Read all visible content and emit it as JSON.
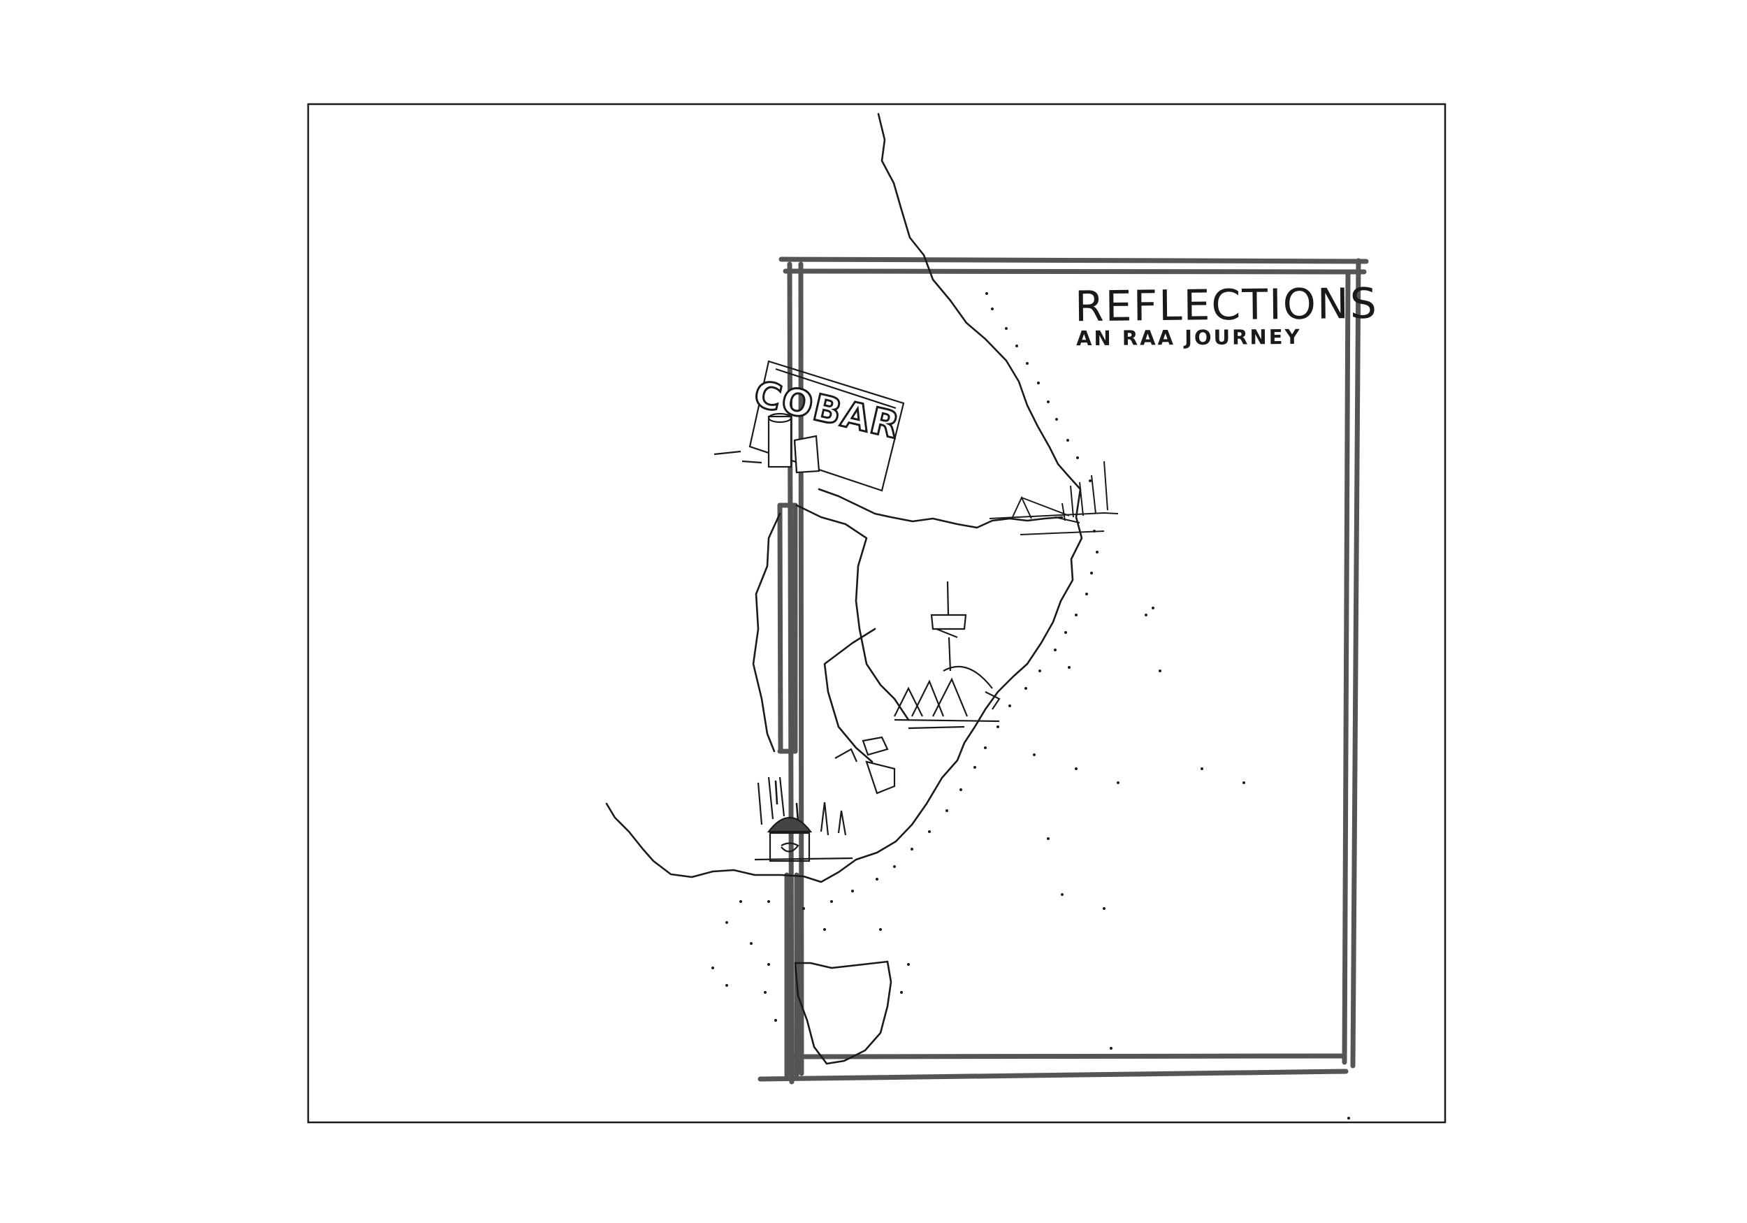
{
  "title": "REFLECTIONS",
  "subtitle": "AN RAA JOURNEY",
  "map": {
    "sign_text": "COBAR",
    "landmarks": [
      {
        "name": "cobar-sign"
      },
      {
        "name": "harbour-bridge"
      },
      {
        "name": "opera-house"
      },
      {
        "name": "sky-tower"
      },
      {
        "name": "observatory"
      },
      {
        "name": "tasmania"
      }
    ]
  },
  "colors": {
    "ink": "#1a1a1a",
    "frame": "#555555",
    "paper": "#ffffff"
  }
}
